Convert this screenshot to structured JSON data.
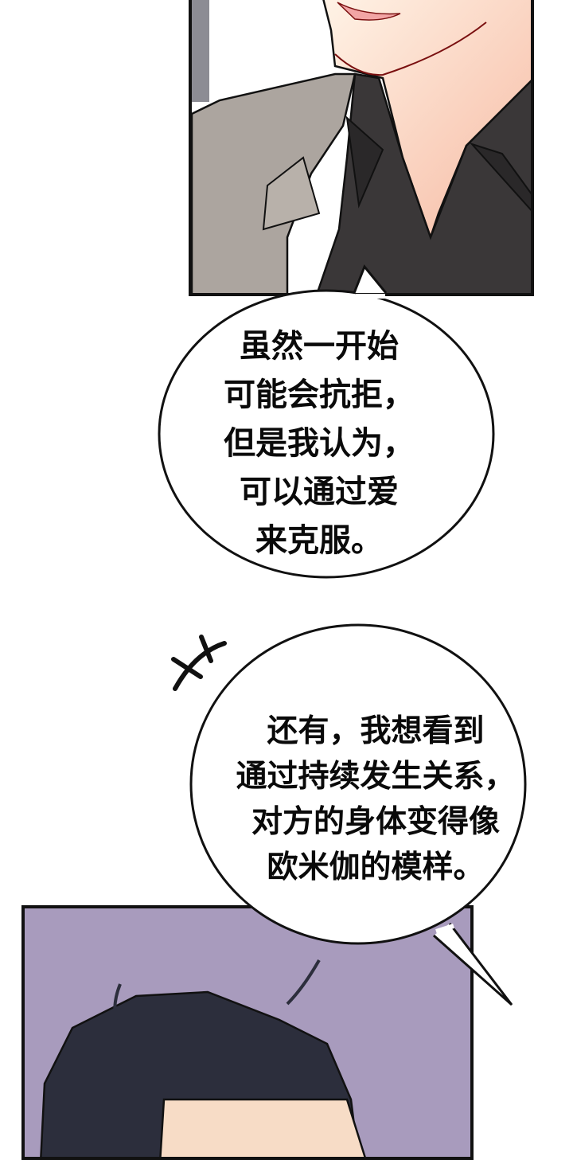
{
  "comic": {
    "panels": [
      {
        "id": "top-panel",
        "description": "man in grey blazer and black shirt, chin and neck visible"
      },
      {
        "id": "bottom-panel",
        "description": "dark-haired man head, lavender textured background"
      }
    ],
    "bubbles": [
      {
        "id": "bubble-1",
        "lines": [
          "虽然一开始",
          "可能会抗拒，",
          "但是我认为，",
          "可以通过爱",
          "来克服。"
        ],
        "text": "虽然一开始\n可能会抗拒，\n但是我认为，\n可以通过爱\n来克服。"
      },
      {
        "id": "bubble-2",
        "lines": [
          "还有，我想看到",
          "通过持续发生关系，",
          "对方的身体变得像",
          "欧米伽的模样。"
        ],
        "text": "还有，我想看到\n通过持续发生关系，\n对方的身体变得像\n欧米伽的模样。"
      }
    ],
    "colors": {
      "skin": "#fbe3cf",
      "blazer": "#aca59f",
      "shirt": "#3a3738",
      "hair": "#2c2e3c",
      "bottom_bg": "#a89bbd",
      "lips": "#f2a5a5"
    }
  }
}
